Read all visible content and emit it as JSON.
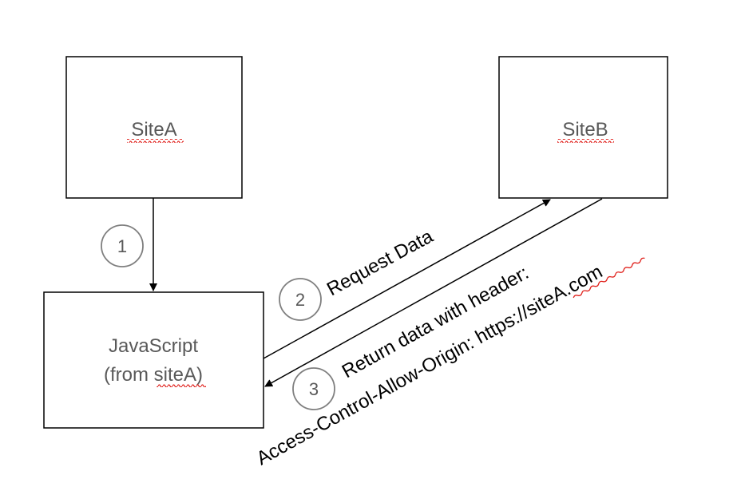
{
  "nodes": {
    "siteA": {
      "label": "SiteA"
    },
    "siteB": {
      "label": "SiteB"
    },
    "javascript": {
      "line1": "JavaScript",
      "line2": "(from siteA)"
    }
  },
  "steps": [
    {
      "number": "1"
    },
    {
      "number": "2",
      "label": "Request Data"
    },
    {
      "number": "3",
      "label_line1": "Return data with header:",
      "label_line2": "Access-Control-Allow-Origin: https://siteA.com"
    }
  ],
  "colors": {
    "line": "#000000",
    "box_text": "#595959",
    "step_circle": "#7f7f7f",
    "spellcheck": "#e0201b"
  }
}
